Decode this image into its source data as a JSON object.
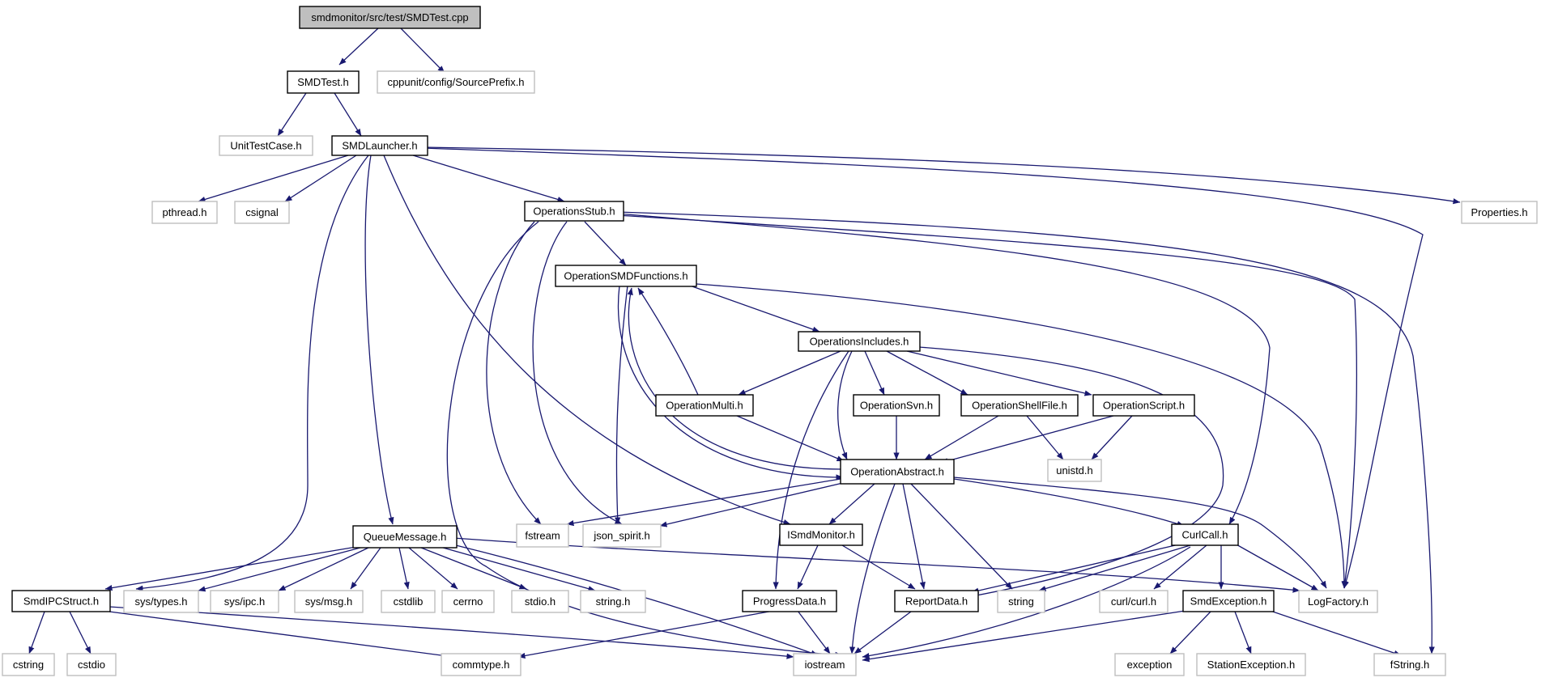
{
  "colors": {
    "edge": "#191970",
    "root_fill": "#bfbfbf",
    "documented_stroke": "#000000",
    "external_stroke": "#bfbfbf",
    "text": "#000000"
  },
  "nodes": [
    {
      "id": "smdtest_cpp",
      "label": "smdmonitor/src/test/SMDTest.cpp",
      "kind": "root"
    },
    {
      "id": "smdtest_h",
      "label": "SMDTest.h",
      "kind": "documented"
    },
    {
      "id": "sourceprefix",
      "label": "cppunit/config/SourcePrefix.h",
      "kind": "external"
    },
    {
      "id": "unittestcase",
      "label": "UnitTestCase.h",
      "kind": "external"
    },
    {
      "id": "smdlauncher",
      "label": "SMDLauncher.h",
      "kind": "documented"
    },
    {
      "id": "pthread",
      "label": "pthread.h",
      "kind": "external"
    },
    {
      "id": "csignal",
      "label": "csignal",
      "kind": "external"
    },
    {
      "id": "opsstub",
      "label": "OperationsStub.h",
      "kind": "documented"
    },
    {
      "id": "properties",
      "label": "Properties.h",
      "kind": "external"
    },
    {
      "id": "opsmdfunc",
      "label": "OperationSMDFunctions.h",
      "kind": "documented"
    },
    {
      "id": "opsincludes",
      "label": "OperationsIncludes.h",
      "kind": "documented"
    },
    {
      "id": "opmulti",
      "label": "OperationMulti.h",
      "kind": "documented"
    },
    {
      "id": "opsvn",
      "label": "OperationSvn.h",
      "kind": "documented"
    },
    {
      "id": "opshellfile",
      "label": "OperationShellFile.h",
      "kind": "documented"
    },
    {
      "id": "opscript",
      "label": "OperationScript.h",
      "kind": "documented"
    },
    {
      "id": "unistd",
      "label": "unistd.h",
      "kind": "external"
    },
    {
      "id": "opabstract",
      "label": "OperationAbstract.h",
      "kind": "documented"
    },
    {
      "id": "fstream",
      "label": "fstream",
      "kind": "external"
    },
    {
      "id": "jsonspirit",
      "label": "json_spirit.h",
      "kind": "external"
    },
    {
      "id": "ismdmonitor",
      "label": "ISmdMonitor.h",
      "kind": "documented"
    },
    {
      "id": "curlcall",
      "label": "CurlCall.h",
      "kind": "documented"
    },
    {
      "id": "queuemessage",
      "label": "QueueMessage.h",
      "kind": "documented"
    },
    {
      "id": "smdipcstruct",
      "label": "SmdIPCStruct.h",
      "kind": "documented"
    },
    {
      "id": "systypes",
      "label": "sys/types.h",
      "kind": "external"
    },
    {
      "id": "sysipc",
      "label": "sys/ipc.h",
      "kind": "external"
    },
    {
      "id": "sysmsg",
      "label": "sys/msg.h",
      "kind": "external"
    },
    {
      "id": "cstdlib",
      "label": "cstdlib",
      "kind": "external"
    },
    {
      "id": "cerrno",
      "label": "cerrno",
      "kind": "external"
    },
    {
      "id": "stdioh",
      "label": "stdio.h",
      "kind": "external"
    },
    {
      "id": "stringh",
      "label": "string.h",
      "kind": "external"
    },
    {
      "id": "progressdata",
      "label": "ProgressData.h",
      "kind": "documented"
    },
    {
      "id": "reportdata",
      "label": "ReportData.h",
      "kind": "documented"
    },
    {
      "id": "string",
      "label": "string",
      "kind": "external"
    },
    {
      "id": "curlcurl",
      "label": "curl/curl.h",
      "kind": "external"
    },
    {
      "id": "smdexception",
      "label": "SmdException.h",
      "kind": "documented"
    },
    {
      "id": "logfactory",
      "label": "LogFactory.h",
      "kind": "external"
    },
    {
      "id": "cstring",
      "label": "cstring",
      "kind": "external"
    },
    {
      "id": "cstdio",
      "label": "cstdio",
      "kind": "external"
    },
    {
      "id": "commtype",
      "label": "commtype.h",
      "kind": "external"
    },
    {
      "id": "iostream",
      "label": "iostream",
      "kind": "external"
    },
    {
      "id": "exception",
      "label": "exception",
      "kind": "external"
    },
    {
      "id": "stationexception",
      "label": "StationException.h",
      "kind": "external"
    },
    {
      "id": "fstringh",
      "label": "fString.h",
      "kind": "external"
    }
  ]
}
